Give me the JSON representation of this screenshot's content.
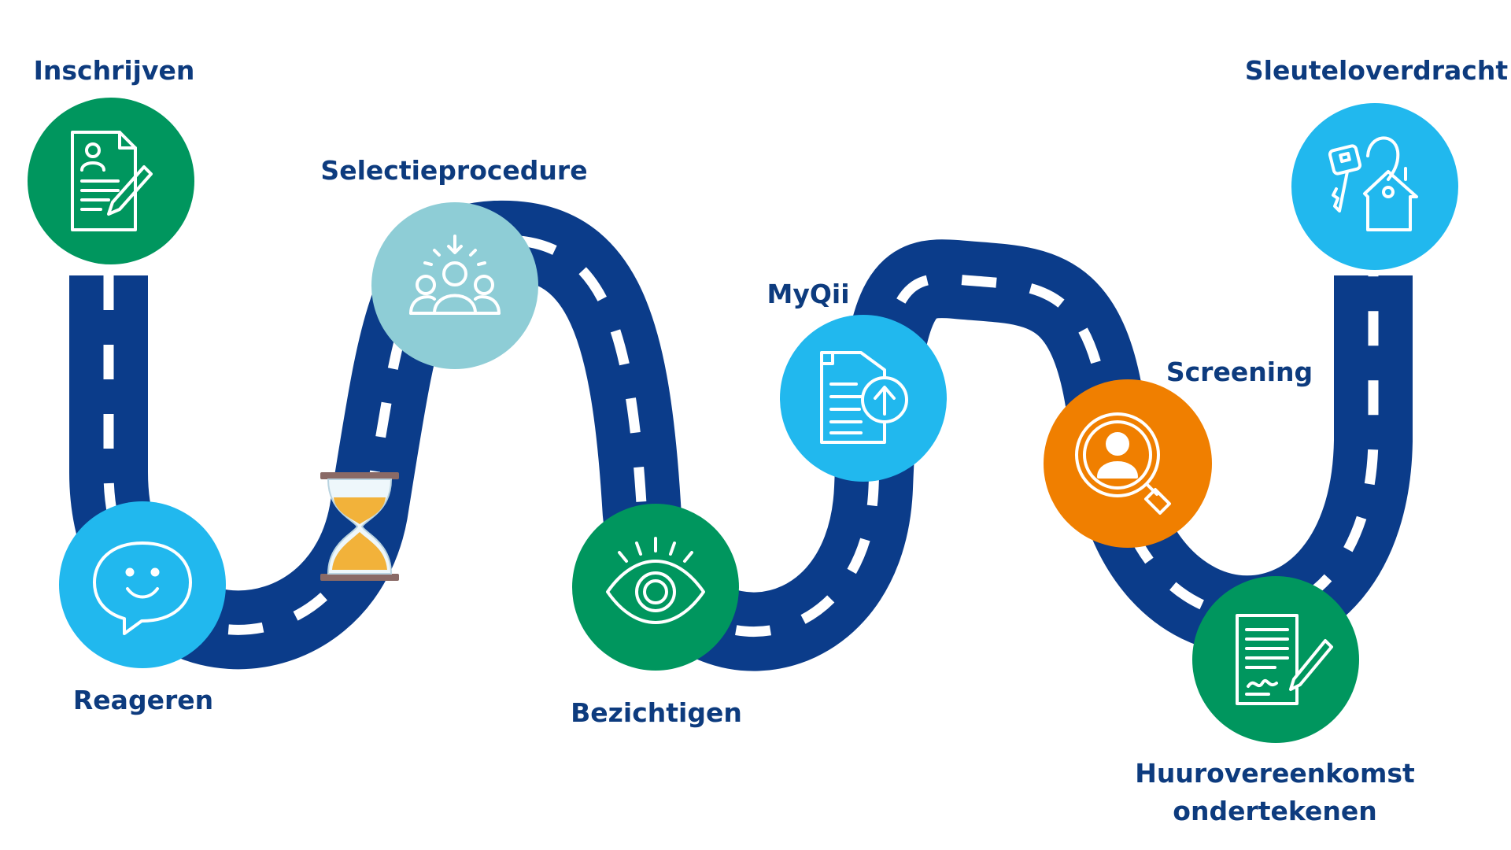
{
  "steps": [
    {
      "id": "inschrijven",
      "label": "Inschrijven",
      "color": "#00965e",
      "icon": "application-form-icon"
    },
    {
      "id": "reageren",
      "label": "Reageren",
      "color": "#21b8ee",
      "icon": "smiley-speech-bubble-icon"
    },
    {
      "id": "selectieprocedure",
      "label": "Selectieprocedure",
      "color": "#8ecdd6",
      "icon": "group-selection-icon"
    },
    {
      "id": "bezichtigen",
      "label": "Bezichtigen",
      "color": "#00965e",
      "icon": "eye-icon"
    },
    {
      "id": "myqii",
      "label": "MyQii",
      "color": "#21b8ee",
      "icon": "document-upload-icon"
    },
    {
      "id": "screening",
      "label": "Screening",
      "color": "#f07f00",
      "icon": "magnifier-person-icon"
    },
    {
      "id": "huurovereenkomst",
      "label_lines": [
        "Huurovereenkomst",
        "ondertekenen"
      ],
      "color": "#00965e",
      "icon": "signed-contract-icon"
    },
    {
      "id": "sleuteloverdracht",
      "label": "Sleuteloverdracht",
      "color": "#21b8ee",
      "icon": "key-house-icon"
    }
  ],
  "colors": {
    "road": "#0b3c8a",
    "road_marking": "#ffffff",
    "label": "#0d3b7e",
    "hourglass_frame": "#8a6a66",
    "hourglass_sand": "#f2b23a"
  },
  "decorations": {
    "hourglass_icon": "hourglass-icon"
  }
}
